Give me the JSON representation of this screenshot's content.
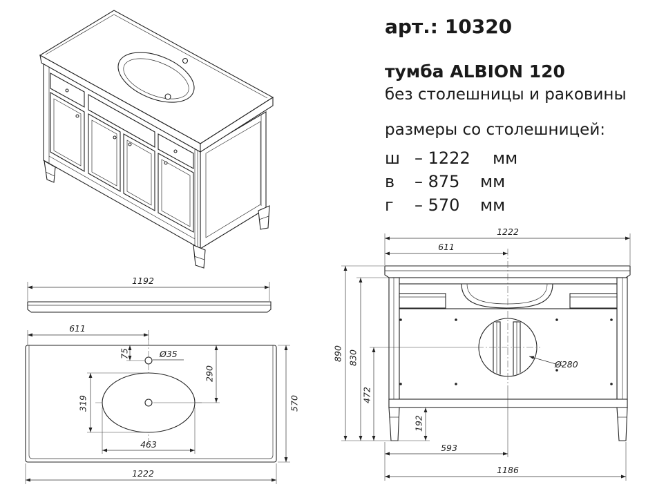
{
  "header": {
    "article": "арт.: 10320",
    "model": "тумба ALBION 120",
    "note": "без столешницы и раковины",
    "dims_title": "размеры со столешницей:"
  },
  "specs": [
    {
      "label": "ш",
      "value": "– 1222",
      "unit": "мм"
    },
    {
      "label": "в",
      "value": "– 875",
      "unit": "мм"
    },
    {
      "label": "г",
      "value": "– 570",
      "unit": "мм"
    }
  ],
  "top_profile": {
    "width": "1192"
  },
  "top_plan": {
    "tap_offset": "611",
    "tap_from_back": "75",
    "tap_diameter": "Ø35",
    "bowl_center_from_back": "290",
    "bowl_depth": "319",
    "bowl_width": "463",
    "depth": "570",
    "width": "1222"
  },
  "front_view": {
    "width": "1222",
    "center": "611",
    "height_total": "890",
    "height_body": "830",
    "hole_height": "472",
    "plinth": "192",
    "hole_offset": "593",
    "body_width": "1186",
    "hole_diameter": "Ø280"
  }
}
